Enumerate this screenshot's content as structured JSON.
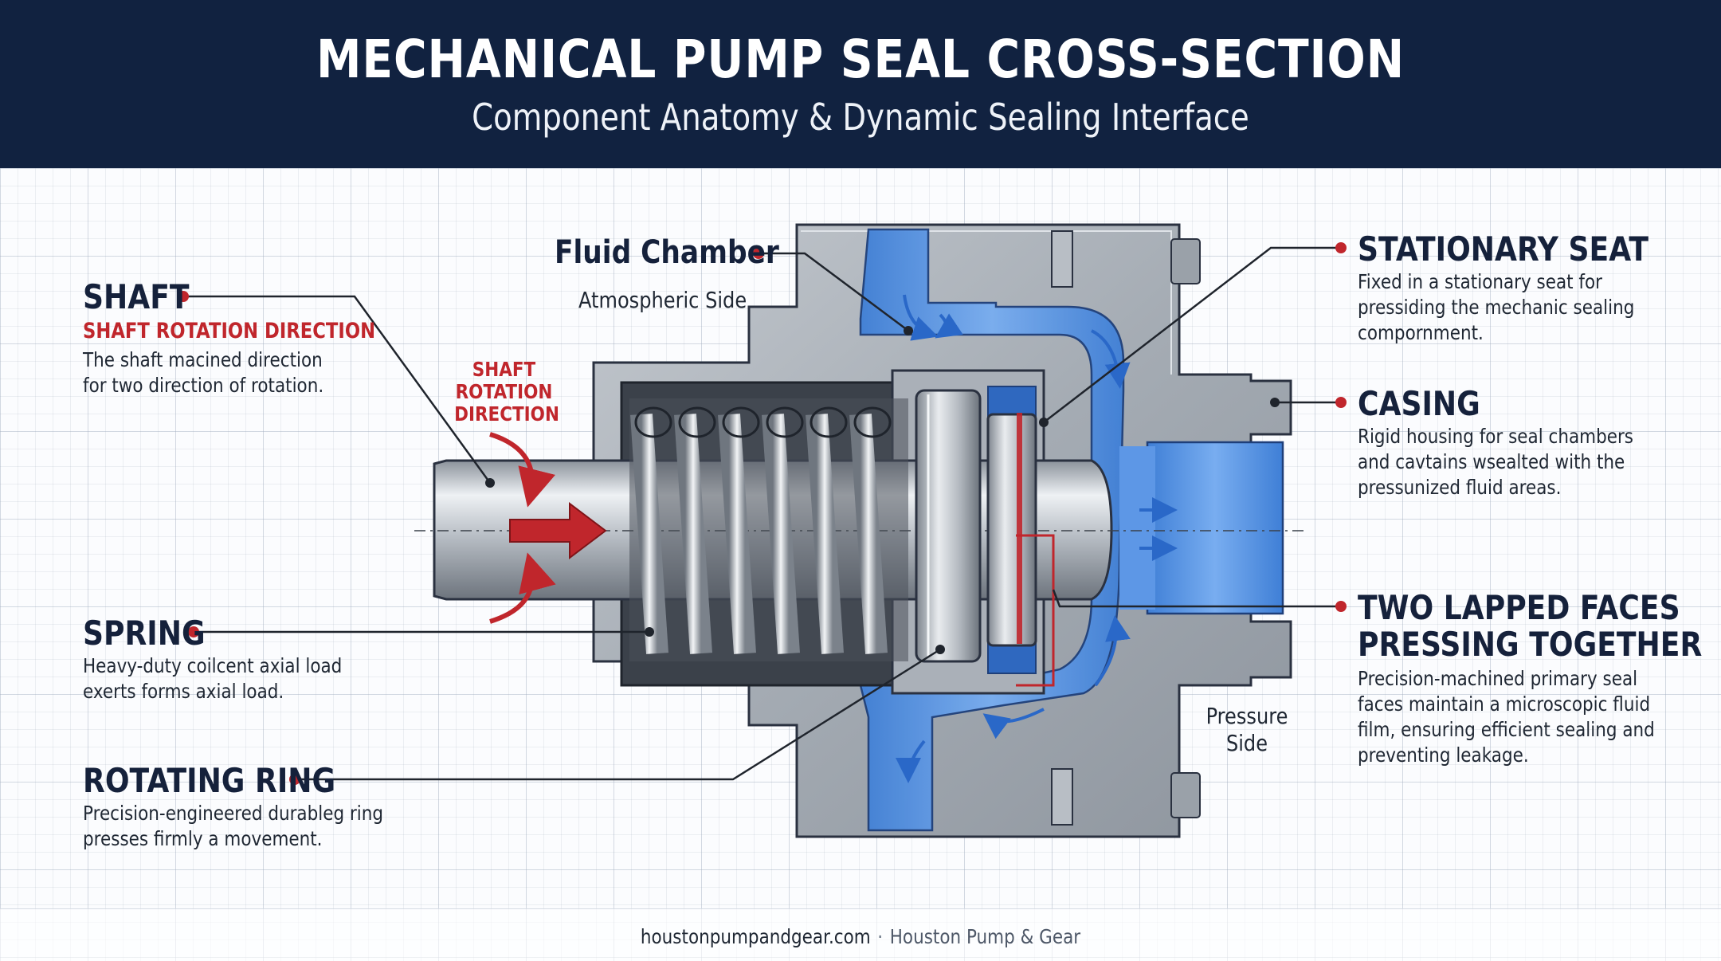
{
  "header": {
    "title": "MECHANICAL PUMP SEAL CROSS-SECTION",
    "subtitle": "Component Anatomy & Dynamic Sealing Interface"
  },
  "labels": {
    "shaft": {
      "heading": "SHAFT",
      "subheading": "SHAFT ROTATION DIRECTION",
      "description": "The shaft macined direction\nfor two direction of rotation."
    },
    "shaft_rotation_callout": "SHAFT\nROTATION\nDIRECTION",
    "fluid_chamber": {
      "heading": "Fluid Chamber",
      "sub": "Atmospheric Side"
    },
    "spring": {
      "heading": "SPRING",
      "description": "Heavy-duty coilcent axial load\nexerts forms axial load."
    },
    "rotating_ring": {
      "heading": "ROTATING RING",
      "description": "Precision-engineered durableg ring\npresses firmly a movement."
    },
    "stationary_seat": {
      "heading": "STATIONARY SEAT",
      "description": "Fixed in a stationary seat for\npressiding the mechanic sealing\ncompornment."
    },
    "casing": {
      "heading": "CASING",
      "description": "Rigid housing for seal chambers\nand cavtains wsealted with the\npressunized fluid areas."
    },
    "lapped_faces": {
      "heading_line1": "TWO LAPPED FACES",
      "heading_line2": "PRESSING TOGETHER",
      "description": "Precision-machined primary seal\nfaces maintain a microscopic fluid\nfilm, ensuring efficient sealing and\npreventing leakage."
    },
    "pressure_side": "Pressure\nSide"
  },
  "footer": {
    "website": "houstonpumpandgear.com",
    "separator": "·",
    "company": "Houston Pump & Gear"
  },
  "colors": {
    "navy": "#112240",
    "accent_red": "#c0262c",
    "fluid_blue": "#4f8fe0",
    "steel_gray": "#a9afb7"
  }
}
